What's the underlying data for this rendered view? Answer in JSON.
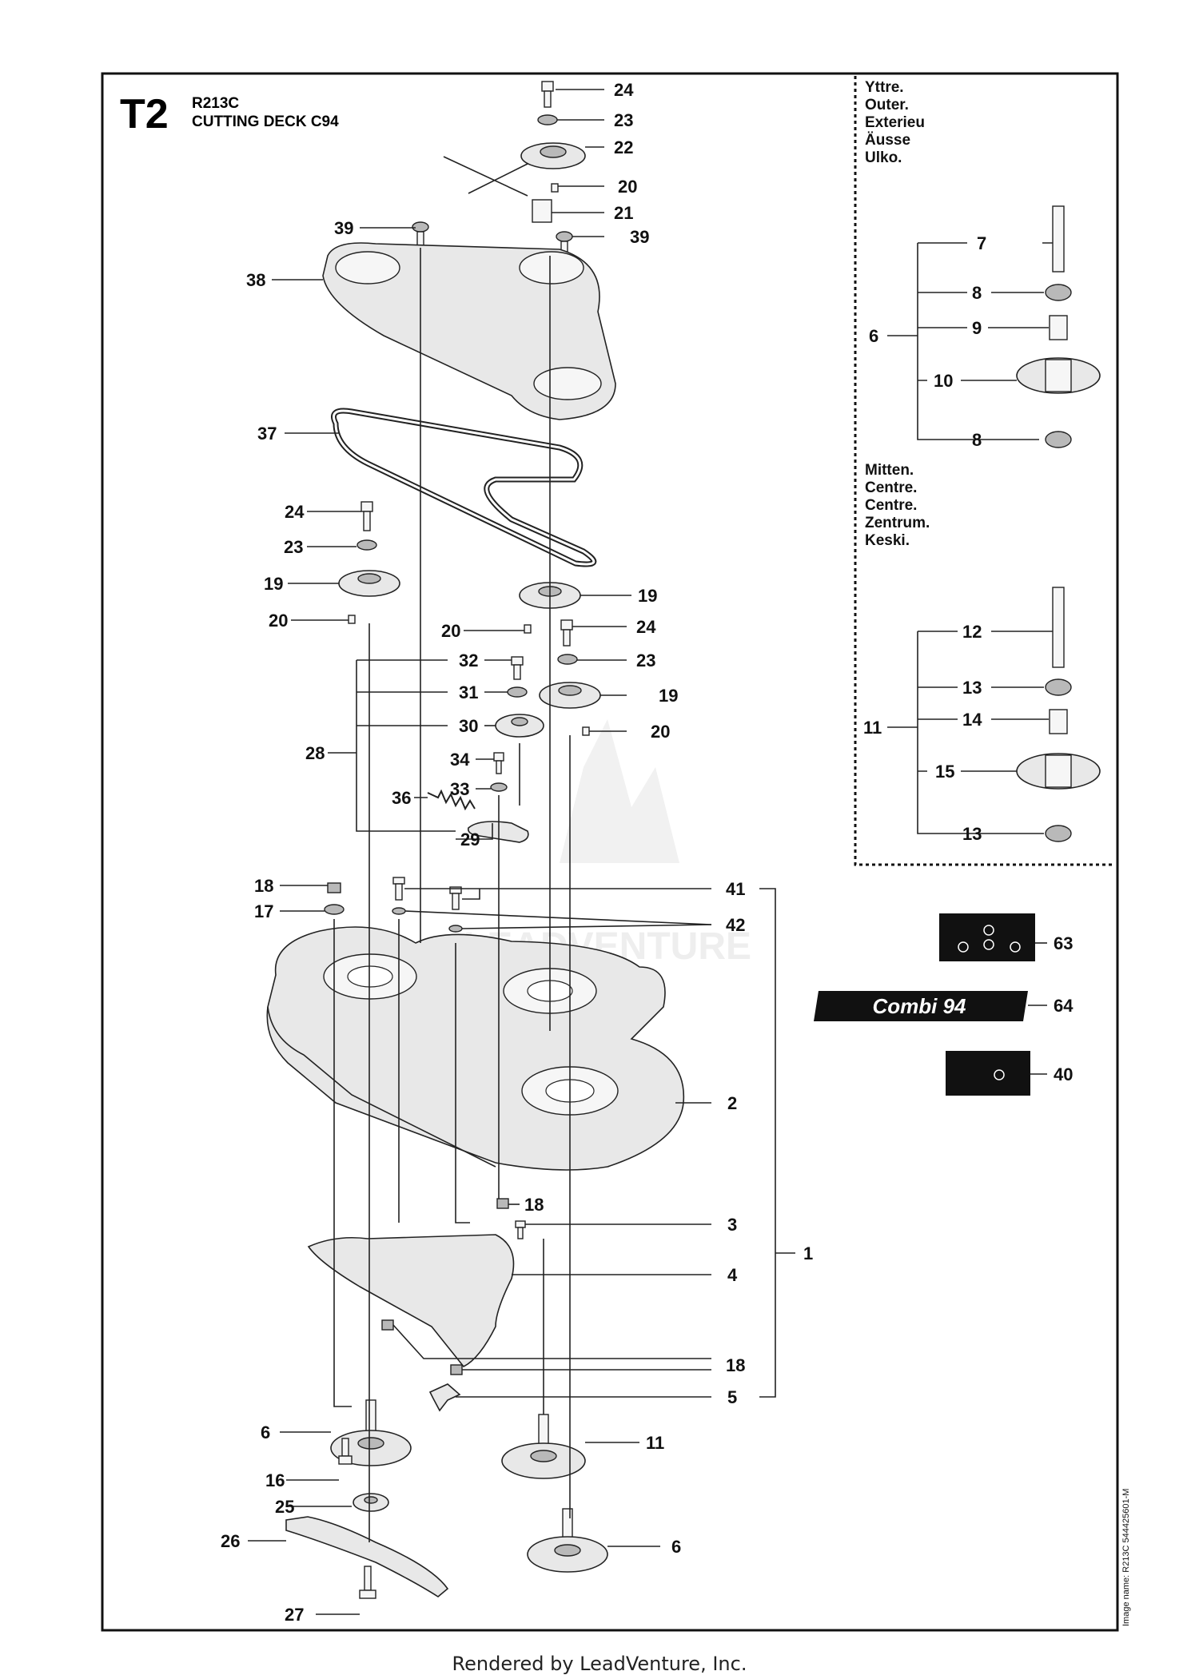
{
  "page": {
    "code": "T2",
    "model": "R213C",
    "title": "CUTTING DECK C94",
    "image_name": "Image name: R213C 544425601-M",
    "footer": "Rendered by LeadVenture, Inc.",
    "watermark": "LEADVENTURE"
  },
  "inset": {
    "outer_labels": [
      "Yttre.",
      "Outer.",
      "Exterieu",
      "Äusse",
      "Ulko."
    ],
    "middle_labels": [
      "Mitten.",
      "Centre.",
      "Centre.",
      "Zentrum.",
      "Keski."
    ]
  },
  "decal_64_text": "Combi 94",
  "callouts": {
    "c24a": "24",
    "c23a": "23",
    "c22": "22",
    "c20a": "20",
    "c21": "21",
    "c39a": "39",
    "c39b": "39",
    "c38": "38",
    "c37": "37",
    "c24b": "24",
    "c23b": "23",
    "c19a": "19",
    "c20b": "20",
    "c19b": "19",
    "c20c": "20",
    "c24c": "24",
    "c23c": "23",
    "c19c": "19",
    "c20d": "20",
    "c32": "32",
    "c31": "31",
    "c30": "30",
    "c28": "28",
    "c34": "34",
    "c33": "33",
    "c36": "36",
    "c29": "29",
    "c18a": "18",
    "c17": "17",
    "c41": "41",
    "c42": "42",
    "c2": "2",
    "c18b": "18",
    "c3": "3",
    "c4": "4",
    "c1": "1",
    "c18c": "18",
    "c5": "5",
    "c6a": "6",
    "c11": "11",
    "c16": "16",
    "c25": "25",
    "c26": "26",
    "c6b": "6",
    "c27": "27",
    "c63": "63",
    "c64": "64",
    "c40": "40",
    "i7": "7",
    "i8a": "8",
    "i6": "6",
    "i9": "9",
    "i10": "10",
    "i8b": "8",
    "i12": "12",
    "i13a": "13",
    "i11": "11",
    "i14": "14",
    "i15": "15",
    "i13b": "13"
  }
}
